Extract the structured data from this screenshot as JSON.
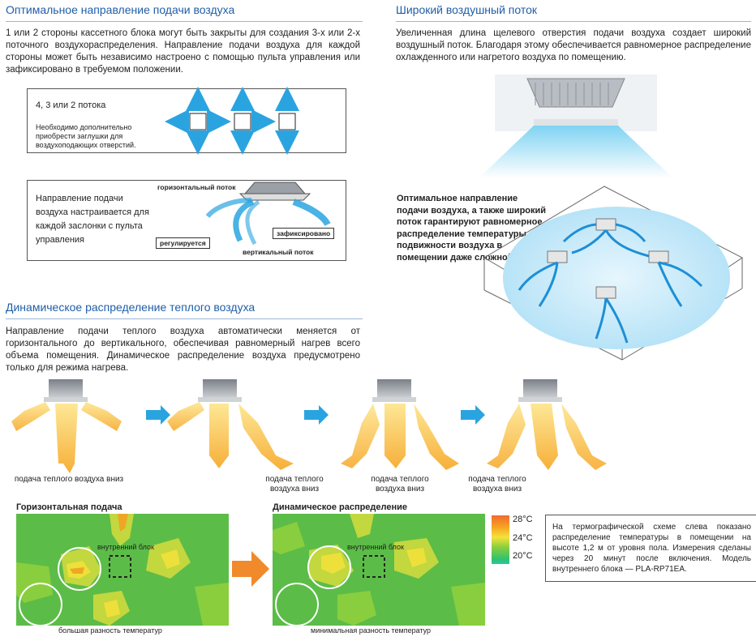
{
  "section1": {
    "title": "Оптимальное направление подачи воздуха",
    "text": "1 или 2 стороны кассетного блока могут быть закрыты для создания 3-х или 2-х поточного воздухораспределения. Направление подачи воздуха для каждой стороны может быть независимо настроено с помощью пульта управления или зафиксировано в требуемом положении.",
    "box1": {
      "title": "4, 3 или 2 потока",
      "note": "Необходимо дополнительно приобрести заглушки для воздухоподающих отверстий."
    },
    "box2": {
      "text": "Направление подачи воздуха настраивается для каждой заслонки с пульта управления",
      "label_horizontal": "горизонтальный поток",
      "label_vertical": "вертикальный поток",
      "tag_adjustable": "регулируется",
      "tag_fixed": "зафиксировано"
    }
  },
  "section2": {
    "title": "Широкий воздушный поток",
    "text": "Увеличенная длина щелевого отверстия подачи воздуха создает широкий воздушный поток. Благодаря этому обеспечивается равномерное распределение охлажденного или нагретого воздуха по помещению.",
    "room_text": "Оптимальное направление подачи воздуха, а также широкий поток гарантируют равномерное распределение температуры и подвижности воздуха в помещении даже сложной формы."
  },
  "section3": {
    "title": "Динамическое распределение теплого воздуха",
    "text": "Направление подачи теплого воздуха автоматически меняется от горизонтального до вертикального, обеспечивая равномерный нагрев всего объема помещения. Динамическое распределение воздуха предусмотрено только для режима нагрева.",
    "captions": [
      "подача теплого воздуха вниз",
      "подача теплого воздуха вниз",
      "подача теплого воздуха вниз",
      "подача теплого воздуха вниз"
    ],
    "thermo_left_title": "Горизонтальная подача",
    "thermo_right_title": "Динамическое распределение",
    "unit_label": "внутренний блок",
    "left_caption": "большая разность температур",
    "right_caption": "минимальная разность температур",
    "legend": [
      "28°C",
      "24°C",
      "20°C"
    ],
    "note": "На термографической схеме слева показано распределение температуры в помещении на высоте 1,2 м от уровня пола. Измерения сделаны через 20 минут после включения. Модель внутреннего блока — PLA-RP71EA."
  },
  "colors": {
    "heading": "#1f5ea8",
    "arrow_blue": "#2aa4e0",
    "warm": "#f6a623",
    "thermo_green": "#5cbc48"
  }
}
